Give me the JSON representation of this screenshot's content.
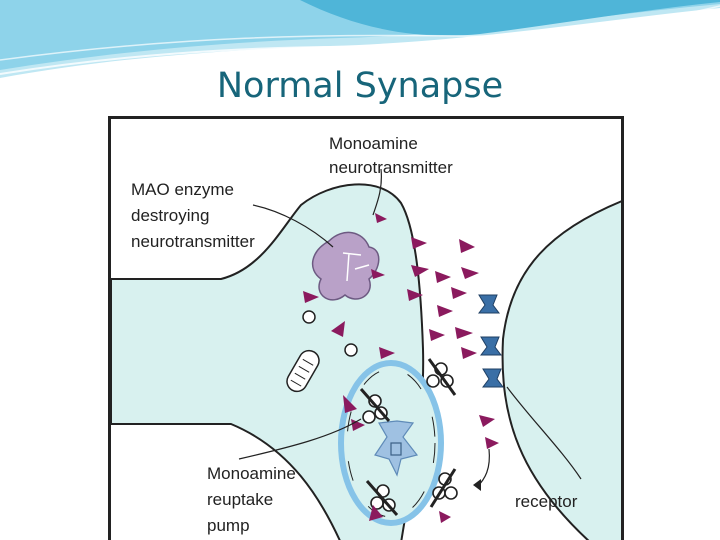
{
  "slide": {
    "title": "Normal Synapse"
  },
  "diagram": {
    "labels": {
      "monoamine_line1": "Monoamine",
      "monoamine_line2": "neurotransmitter",
      "mao_line1": "MAO enzyme",
      "mao_line2": "destroying",
      "mao_line3": "neurotransmitter",
      "pump_line1": "Monoamine",
      "pump_line2": "reuptake",
      "pump_line3": "pump",
      "receptor": "receptor"
    },
    "colors": {
      "cell_fill": "#d8f1ef",
      "neurotransmitter": "#8b1a5e",
      "receptor": "#3a6fa6",
      "enzyme": "#b9a1c8",
      "vesicle_ring": "#86c3e8",
      "outline": "#222222",
      "header_wave": "#5bc0de",
      "title_text": "#17657a"
    }
  }
}
